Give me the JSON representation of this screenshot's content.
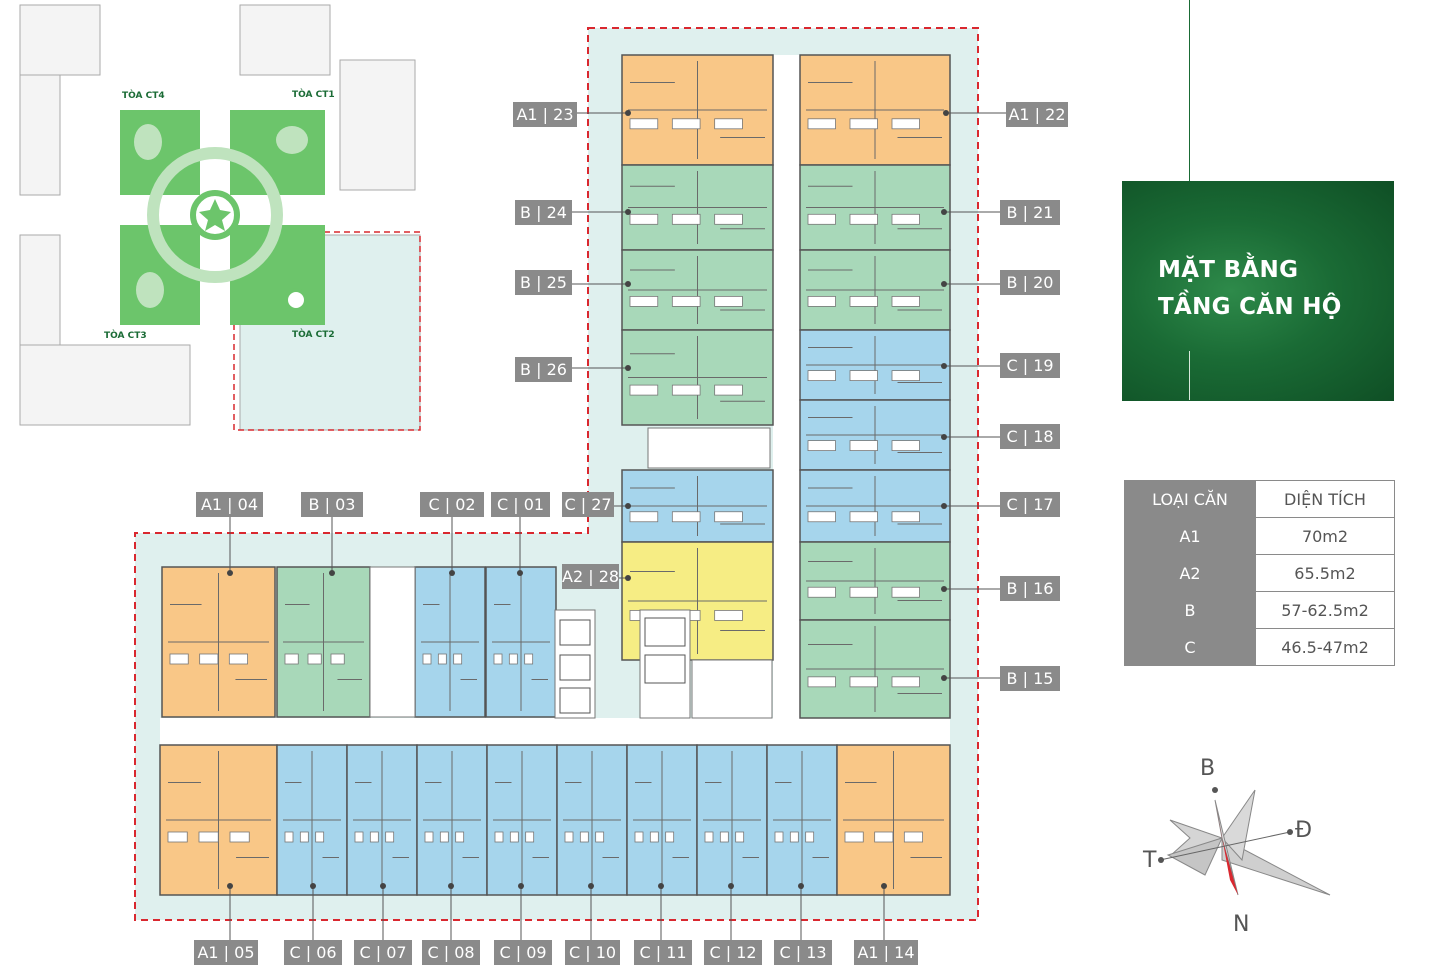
{
  "site_labels": [
    "TÒA CT4",
    "TÒA CT1",
    "TÒA CT3",
    "TÒA CT2"
  ],
  "units": [
    {
      "code": "A1 | 23",
      "type": "A1"
    },
    {
      "code": "A1 | 22",
      "type": "A1"
    },
    {
      "code": "B | 24",
      "type": "B"
    },
    {
      "code": "B | 21",
      "type": "B"
    },
    {
      "code": "B | 25",
      "type": "B"
    },
    {
      "code": "B | 20",
      "type": "B"
    },
    {
      "code": "B | 26",
      "type": "B"
    },
    {
      "code": "C | 19",
      "type": "C"
    },
    {
      "code": "C | 18",
      "type": "C"
    },
    {
      "code": "C | 27",
      "type": "C"
    },
    {
      "code": "C | 17",
      "type": "C"
    },
    {
      "code": "A2 | 28",
      "type": "A2"
    },
    {
      "code": "B | 16",
      "type": "B"
    },
    {
      "code": "B | 15",
      "type": "B"
    },
    {
      "code": "A1 | 04",
      "type": "A1"
    },
    {
      "code": "B | 03",
      "type": "B"
    },
    {
      "code": "C | 02",
      "type": "C"
    },
    {
      "code": "C | 01",
      "type": "C"
    },
    {
      "code": "A1 | 05",
      "type": "A1"
    },
    {
      "code": "C | 06",
      "type": "C"
    },
    {
      "code": "C | 07",
      "type": "C"
    },
    {
      "code": "C | 08",
      "type": "C"
    },
    {
      "code": "C | 09",
      "type": "C"
    },
    {
      "code": "C | 10",
      "type": "C"
    },
    {
      "code": "C | 11",
      "type": "C"
    },
    {
      "code": "C | 12",
      "type": "C"
    },
    {
      "code": "C | 13",
      "type": "C"
    },
    {
      "code": "A1 | 14",
      "type": "A1"
    }
  ],
  "colors": {
    "A1": "#f9c787",
    "A2": "#f6ed84",
    "B": "#a8d8b9",
    "C": "#a6d5ec",
    "site": "#dff0ee",
    "accent": "#1a6b35",
    "dash": "#d9282f"
  },
  "title": {
    "line1": "MẶT BẰNG",
    "line2": "TẦNG CĂN HỘ"
  },
  "area_table": {
    "header": [
      "LOẠI CĂN",
      "DIỆN TÍCH"
    ],
    "rows": [
      [
        "A1",
        "70m2"
      ],
      [
        "A2",
        "65.5m2"
      ],
      [
        "B",
        "57-62.5m2"
      ],
      [
        "C",
        "46.5-47m2"
      ]
    ]
  },
  "compass": {
    "north": "B",
    "east": "Đ",
    "west": "T",
    "south": "N"
  }
}
